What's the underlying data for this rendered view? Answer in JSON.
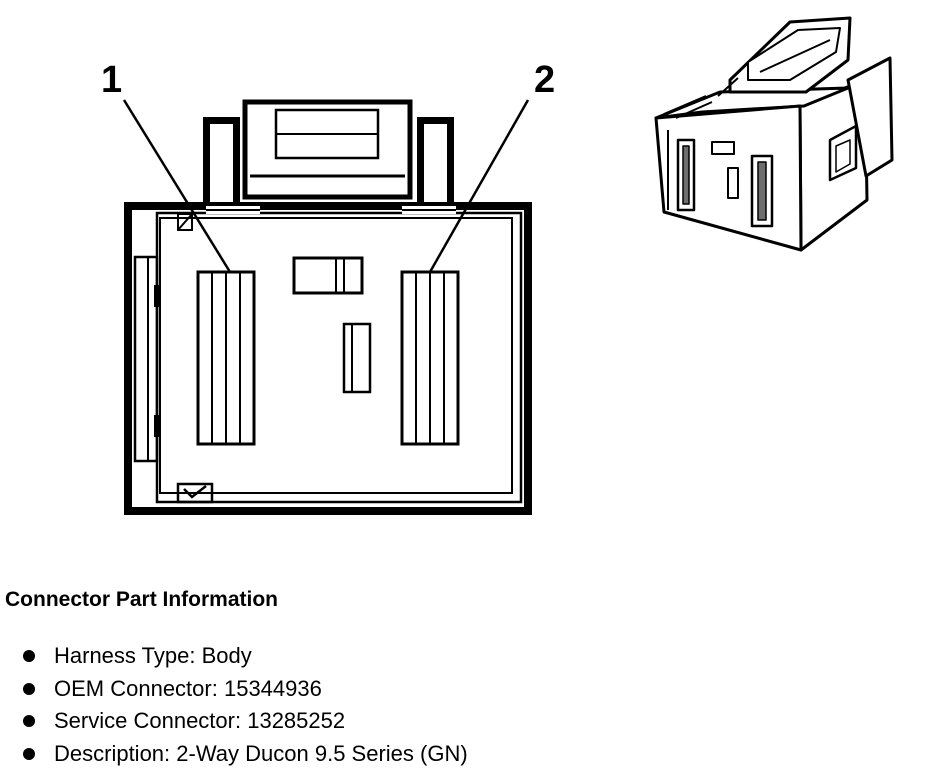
{
  "callouts": {
    "pin_1": "1",
    "pin_2": "2"
  },
  "info": {
    "title": "Connector Part Information",
    "items": [
      {
        "label": "Harness Type:",
        "value": "Body"
      },
      {
        "label": "OEM Connector:",
        "value": "15344936"
      },
      {
        "label": "Service Connector:",
        "value": "13285252"
      },
      {
        "label": "Description:",
        "value": "2-Way Ducon 9.5 Series (GN)"
      }
    ]
  },
  "colors": {
    "line": "#000000",
    "background": "#ffffff",
    "iso_shade": "#6e6e6e"
  }
}
